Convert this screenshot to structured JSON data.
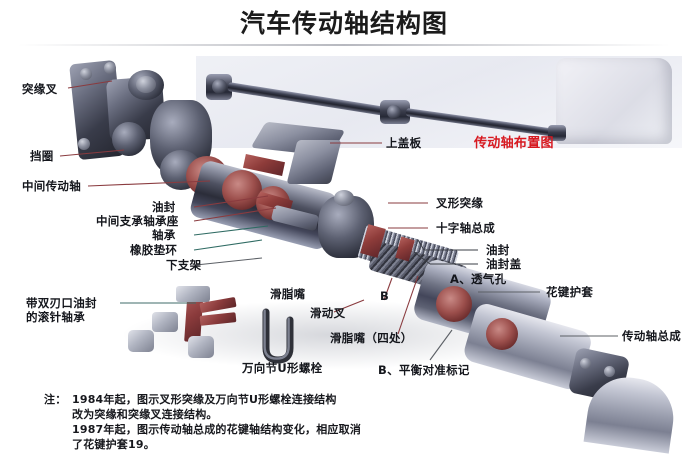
{
  "title": "汽车传动轴结构图",
  "inset": {
    "caption": "传动轴布置图",
    "caption_color": "#d71920"
  },
  "labels_left": [
    {
      "id": "flange-yoke",
      "text": "突缘叉"
    },
    {
      "id": "retaining-ring",
      "text": "挡圈"
    },
    {
      "id": "intermediate-drive-shaft",
      "text": "中间传动轴"
    },
    {
      "id": "oil-seal-left",
      "text": "油封"
    },
    {
      "id": "center-bearing-support",
      "text": "中间支承轴承座"
    },
    {
      "id": "bearing",
      "text": "轴承"
    },
    {
      "id": "rubber-cushion-ring",
      "text": "橡胶垫环"
    },
    {
      "id": "lower-bracket",
      "text": "下支架"
    },
    {
      "id": "needle-bearing-seal",
      "text": "带双刃口油封\n的滚针轴承"
    }
  ],
  "labels_center": [
    {
      "id": "upper-cover-plate",
      "text": "上盖板"
    },
    {
      "id": "grease-nipple",
      "text": "滑脂嘴"
    },
    {
      "id": "slip-yoke",
      "text": "滑动叉"
    },
    {
      "id": "mark-b",
      "text": "B"
    },
    {
      "id": "grease-nipple-four",
      "text": "滑脂嘴（四处）"
    },
    {
      "id": "u-bolt",
      "text": "万向节U形螺栓"
    },
    {
      "id": "balance-mark",
      "text": "B、平衡对准标记"
    }
  ],
  "labels_right": [
    {
      "id": "yoke-flange",
      "text": "叉形突缘"
    },
    {
      "id": "cross-assembly",
      "text": "十字轴总成"
    },
    {
      "id": "oil-seal-right",
      "text": "油封"
    },
    {
      "id": "oil-seal-cover",
      "text": "油封盖"
    },
    {
      "id": "vent-hole-a",
      "text": "A、透气孔"
    },
    {
      "id": "spline-boot",
      "text": "花键护套"
    },
    {
      "id": "driveshaft-assembly",
      "text": "传动轴总成"
    }
  ],
  "note": {
    "prefix": "注：",
    "lines": [
      "1984年起，图示叉形突缘及万向节U形螺栓连接结构",
      "改为突缘和突缘叉连接结构。",
      "1987年起，图示传动轴总成的花键轴结构变化，相应取消",
      "了花键护套19。"
    ]
  },
  "colors": {
    "title_text": "#1b1b1b",
    "label_text": "#14161c",
    "accent_red": "#d71920",
    "leader_red": "#8a3b3f",
    "leader_gray": "#5c6066",
    "background": "#ffffff"
  }
}
